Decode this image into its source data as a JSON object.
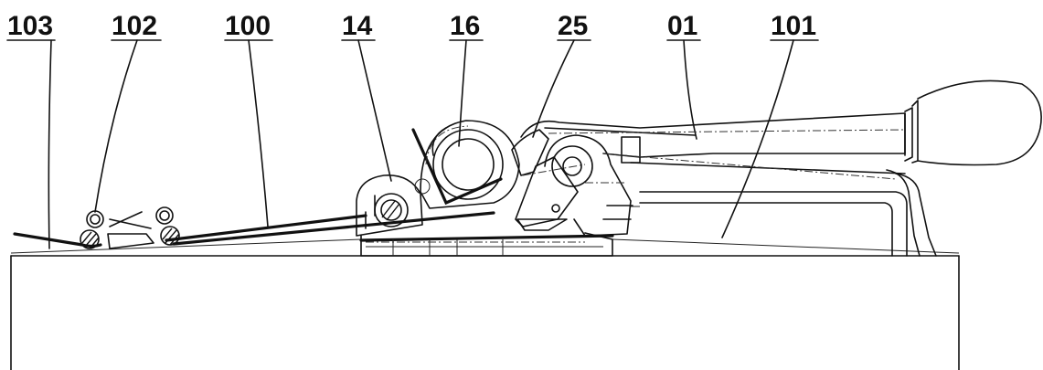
{
  "labels": [
    {
      "id": "l103",
      "text": "103"
    },
    {
      "id": "l102",
      "text": "102"
    },
    {
      "id": "l100",
      "text": "100"
    },
    {
      "id": "l14",
      "text": "14"
    },
    {
      "id": "l16",
      "text": "16"
    },
    {
      "id": "l25",
      "text": "25"
    },
    {
      "id": "l01",
      "text": "01"
    },
    {
      "id": "l101",
      "text": "101"
    }
  ]
}
